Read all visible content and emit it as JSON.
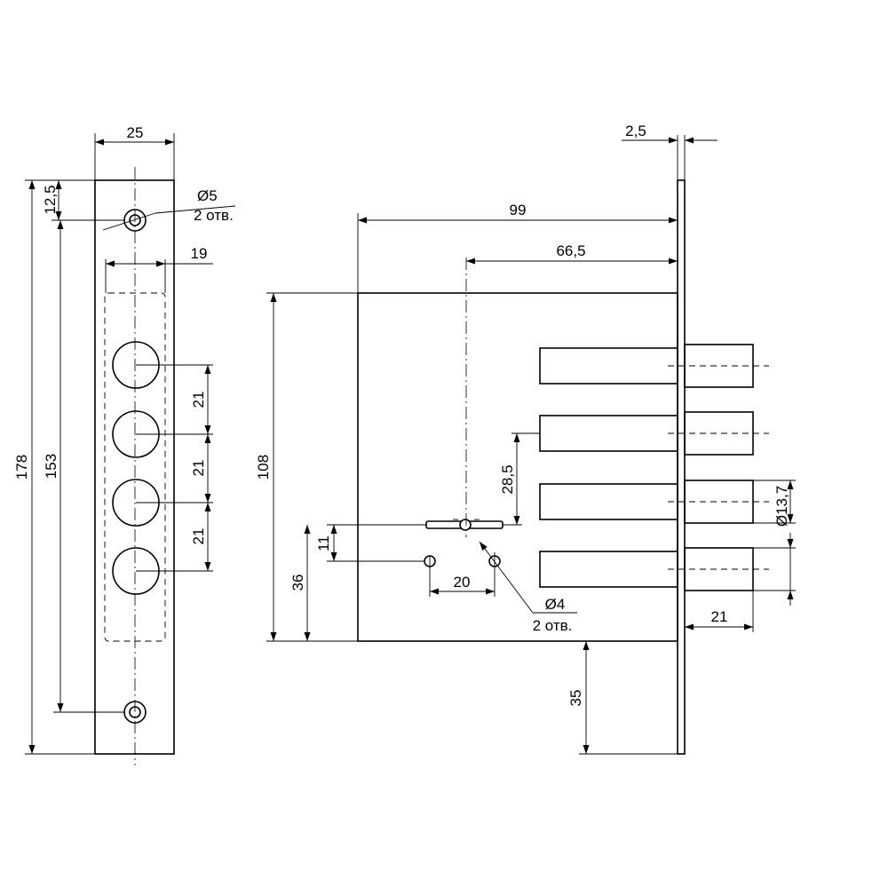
{
  "faceplate": {
    "width": "25",
    "top_offset": "12,5",
    "hole_diameter": "Ø5",
    "hole_count": "2 отв.",
    "bolt_zone_width": "19",
    "bolt_pitch_1": "21",
    "bolt_pitch_2": "21",
    "bolt_pitch_3": "21",
    "hole_spacing": "153",
    "total_height": "178"
  },
  "lock_body": {
    "faceplate_thickness": "2,5",
    "depth": "99",
    "backset": "66,5",
    "height": "108",
    "key_to_bolt": "28,5",
    "bolt_diameter": "Ø13,7",
    "bolt_projection": "21",
    "key_offset": "11",
    "hole_spacing": "20",
    "hole_diameter": "Ø4",
    "hole_count": "2 отв.",
    "key_height_from_bottom": "36",
    "bottom_offset": "35"
  }
}
